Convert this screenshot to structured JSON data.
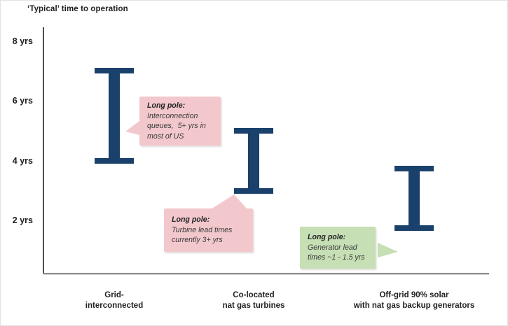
{
  "chart_data": {
    "type": "bar",
    "subtype": "floating-range-bars",
    "title": "‘Typical’ time to operation",
    "xlabel": "",
    "ylabel": "",
    "ylim": [
      0,
      8.5
    ],
    "grid": false,
    "legend": false,
    "yticks": [
      {
        "value": 8,
        "label": "8 yrs"
      },
      {
        "value": 6,
        "label": "6 yrs"
      },
      {
        "value": 4,
        "label": "4 yrs"
      },
      {
        "value": 2,
        "label": "2 yrs"
      }
    ],
    "categories": [
      "Grid-interconnected",
      "Co-located nat gas turbines",
      "Off-grid 90% solar with nat gas backup generators"
    ],
    "bars": [
      {
        "category_lines": [
          "Grid-",
          "interconnected"
        ],
        "low": 4,
        "high": 7
      },
      {
        "category_lines": [
          "Co-located",
          "nat gas turbines"
        ],
        "low": 3,
        "high": 5
      },
      {
        "category_lines": [
          "Off-grid 90% solar",
          "with nat gas backup generators"
        ],
        "low": 1.75,
        "high": 3.75
      }
    ]
  },
  "callouts": [
    {
      "title": "Long pole:",
      "lines": [
        "Interconnection",
        "queues,  5+ yrs in",
        "most of US"
      ],
      "color_key": "callout_pink",
      "tail": "left",
      "points_to": "Grid-interconnected bar"
    },
    {
      "title": "Long pole:",
      "lines": [
        "Turbine lead times",
        "currently 3+ yrs"
      ],
      "color_key": "callout_pink",
      "tail": "top-right",
      "points_to": "Co-located nat gas turbines bar"
    },
    {
      "title": "Long pole:",
      "lines": [
        "Generator lead",
        "times ~1 - 1.5 yrs"
      ],
      "color_key": "callout_green",
      "tail": "right",
      "points_to": "Off-grid solar bar"
    }
  ],
  "colors": {
    "bar_navy": "#19416b",
    "callout_pink": "#f2c8cc",
    "callout_green": "#c6dfb5",
    "axis_gray": "#8c8c8c",
    "text_dark": "#1f1f1f"
  }
}
